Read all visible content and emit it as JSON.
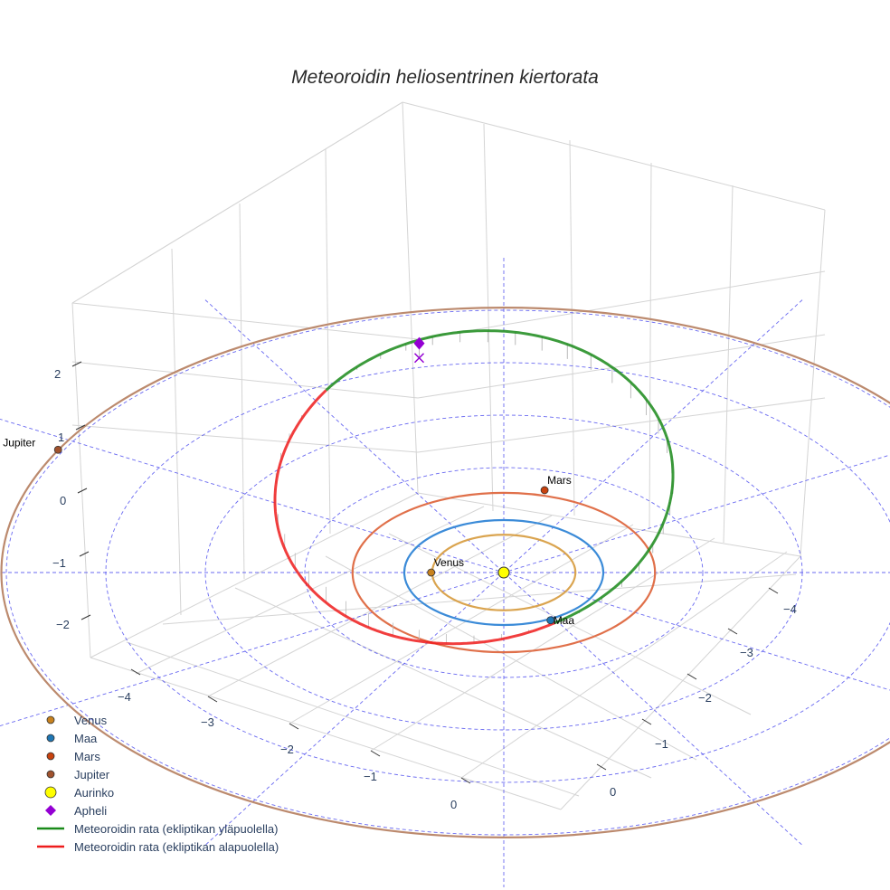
{
  "chart_data": {
    "type": "scatter3d",
    "title": "Meteoroidin heliosentrinen kiertorata",
    "axes": {
      "x": {
        "ticks": [
          "−4",
          "−3",
          "−2",
          "−1",
          "0"
        ]
      },
      "y": {
        "ticks": [
          "−4",
          "−3",
          "−2",
          "−1",
          "0"
        ]
      },
      "z": {
        "ticks": [
          "2",
          "1",
          "0",
          "−1",
          "−2"
        ]
      }
    },
    "planets": [
      {
        "name": "Venus",
        "label": "Venus",
        "radius_au": 0.72,
        "pos": [
          -0.73,
          0.0,
          0
        ],
        "color": "#c8821e",
        "orbit_color": "#daa44f"
      },
      {
        "name": "Maa",
        "label": "Maa",
        "radius_au": 1.0,
        "pos": [
          0.47,
          -0.91,
          0
        ],
        "color": "#1f77b4",
        "orbit_color": "#3b8bd8"
      },
      {
        "name": "Mars",
        "label": "Mars",
        "radius_au": 1.52,
        "pos": [
          0.41,
          1.57,
          0
        ],
        "color": "#c8420e",
        "orbit_color": "#e0704a"
      },
      {
        "name": "Jupiter",
        "label": "Jupiter",
        "radius_au": 5.05,
        "pos": [
          -4.48,
          2.34,
          0
        ],
        "color": "#a0522d",
        "orbit_color": "#bc8a6e"
      }
    ],
    "sun": {
      "name": "Aurinko",
      "pos": [
        0,
        0,
        0
      ],
      "color": "#ffff00"
    },
    "aphelion": {
      "name": "Apheli",
      "pos": [
        -0.85,
        4.09,
        0.23
      ],
      "color": "#9400d3"
    },
    "meteoroid_orbit": {
      "center": [
        -0.3,
        1.6
      ],
      "semi_axes": [
        2.0,
        2.8
      ],
      "z_amplitude": 0.25,
      "ascending_node_deg": -66,
      "descending_node_deg": 138
    },
    "legend": [
      {
        "label": "Venus",
        "type": "dot",
        "color": "#c8821e"
      },
      {
        "label": "Maa",
        "type": "dot",
        "color": "#1f77b4"
      },
      {
        "label": "Mars",
        "type": "dot",
        "color": "#c8420e"
      },
      {
        "label": "Jupiter",
        "type": "dot",
        "color": "#a0522d"
      },
      {
        "label": "Aurinko",
        "type": "sun",
        "color": "#ffff00"
      },
      {
        "label": "Apheli",
        "type": "diamond",
        "color": "#9400d3"
      },
      {
        "label": "Meteoroidin rata (ekliptikan yläpuolella)",
        "type": "line",
        "color": "#1a8a1a"
      },
      {
        "label": "Meteoroidin rata (ekliptikan alapuolella)",
        "type": "line",
        "color": "#ee1c1c"
      }
    ],
    "ecliptic_grid": {
      "rings_au": [
        1,
        2,
        3,
        4,
        5
      ],
      "spoke_step_deg": 30,
      "color": "#4444ee"
    }
  }
}
